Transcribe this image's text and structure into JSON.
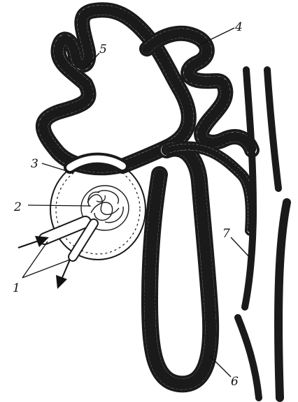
{
  "labels": {
    "l1": "1",
    "l2": "2",
    "l3": "3",
    "l4": "4",
    "l5": "5",
    "l6": "6",
    "l7": "7"
  },
  "colors": {
    "ink": "#1a1a1a",
    "paper": "#ffffff"
  },
  "icons": {
    "arrow_in": "arrow-right-icon",
    "arrow_out": "arrow-down-icon"
  }
}
